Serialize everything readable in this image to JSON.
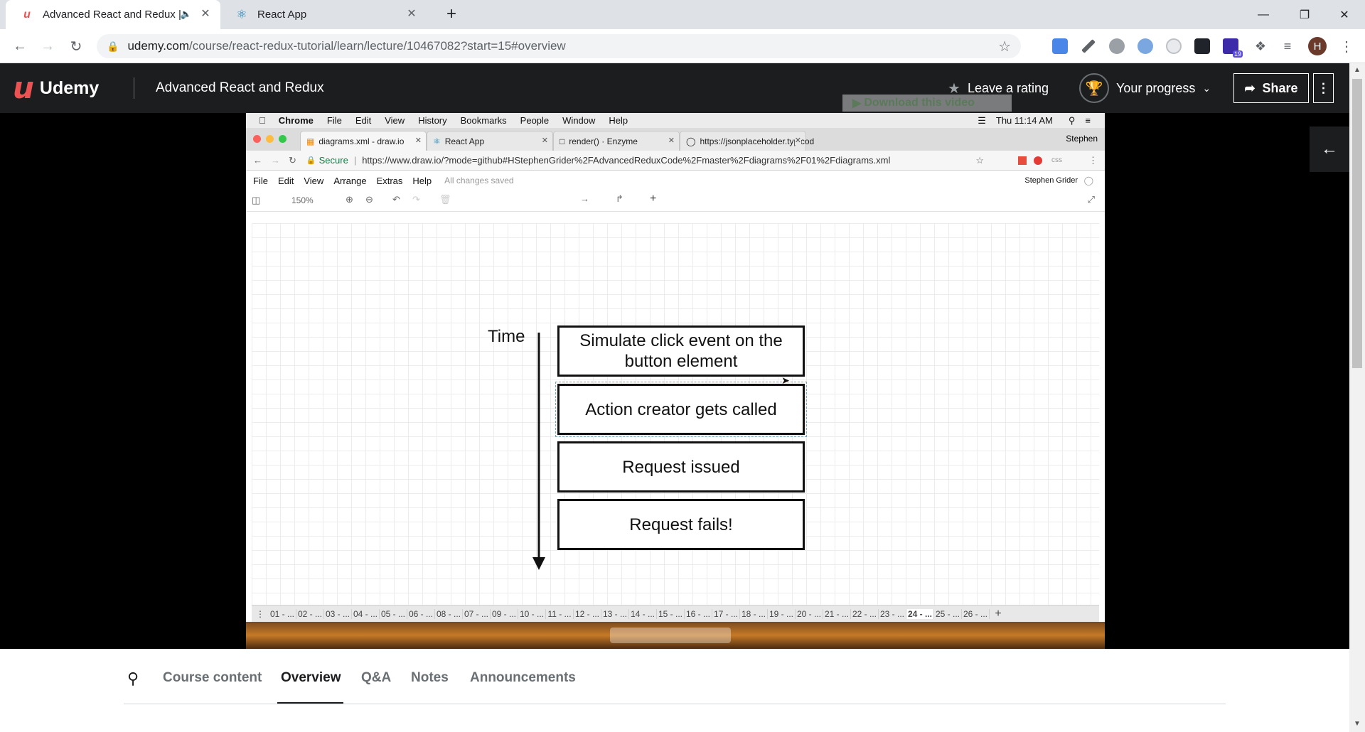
{
  "browser": {
    "tabs": [
      {
        "title": "Advanced React and Redux |",
        "active": true
      },
      {
        "title": "React App",
        "active": false
      }
    ],
    "url_host": "udemy.com",
    "url_path": "/course/react-redux-tutorial/learn/lecture/10467082?start=15#overview",
    "profile_initial": "H",
    "ext_badge": "19"
  },
  "header": {
    "logo_text": "Udemy",
    "course_title": "Advanced React and Redux",
    "rating_label": "Leave a rating",
    "progress_label": "Your progress",
    "share_label": "Share",
    "download_overlay": "Download this video"
  },
  "recording": {
    "mac_menu": [
      "Chrome",
      "File",
      "Edit",
      "View",
      "History",
      "Bookmarks",
      "People",
      "Window",
      "Help"
    ],
    "mac_clock": "Thu 11:14 AM",
    "chrome_tabs": [
      {
        "title": "diagrams.xml - draw.io",
        "active": true
      },
      {
        "title": "React App",
        "active": false
      },
      {
        "title": "render() · Enzyme",
        "active": false
      },
      {
        "title": "https://jsonplaceholder.typicod",
        "active": false
      }
    ],
    "chrome_user": "Stephen",
    "secure_label": "Secure",
    "address": "https://www.draw.io/?mode=github#HStephenGrider%2FAdvancedReduxCode%2Fmaster%2Fdiagrams%2F01%2Fdiagrams.xml",
    "drawio_menu": [
      "File",
      "Edit",
      "View",
      "Arrange",
      "Extras",
      "Help"
    ],
    "saved_status": "All changes saved",
    "drawio_user": "Stephen Grider",
    "zoom": "150%",
    "diagram": {
      "axis_label": "Time",
      "steps": [
        "Simulate click event on the button element",
        "Action creator gets called",
        "Request issued",
        "Request fails!"
      ]
    },
    "page_tabs": [
      "01 - ...",
      "02 - ...",
      "03 - ...",
      "04 - ...",
      "05 - ...",
      "06 - ...",
      "08 - ...",
      "07 - ...",
      "09 - ...",
      "10 - ...",
      "11 - ...",
      "12 - ...",
      "13 - ...",
      "14 - ...",
      "15 - ...",
      "16 - ...",
      "17 - ...",
      "18 - ...",
      "19 - ...",
      "20 - ...",
      "21 - ...",
      "22 - ...",
      "23 - ...",
      "24 - ...",
      "25 - ...",
      "26 - ..."
    ],
    "active_page_tab": "24 - ..."
  },
  "lecture_tabs": [
    {
      "label": "Course content",
      "active": false
    },
    {
      "label": "Overview",
      "active": true
    },
    {
      "label": "Q&A",
      "active": false
    },
    {
      "label": "Notes",
      "active": false
    },
    {
      "label": "Announcements",
      "active": false
    }
  ],
  "colors": {
    "udemy_red": "#ec5252",
    "header_bg": "#1c1d1f",
    "tabstrip": "#dee1e6"
  }
}
